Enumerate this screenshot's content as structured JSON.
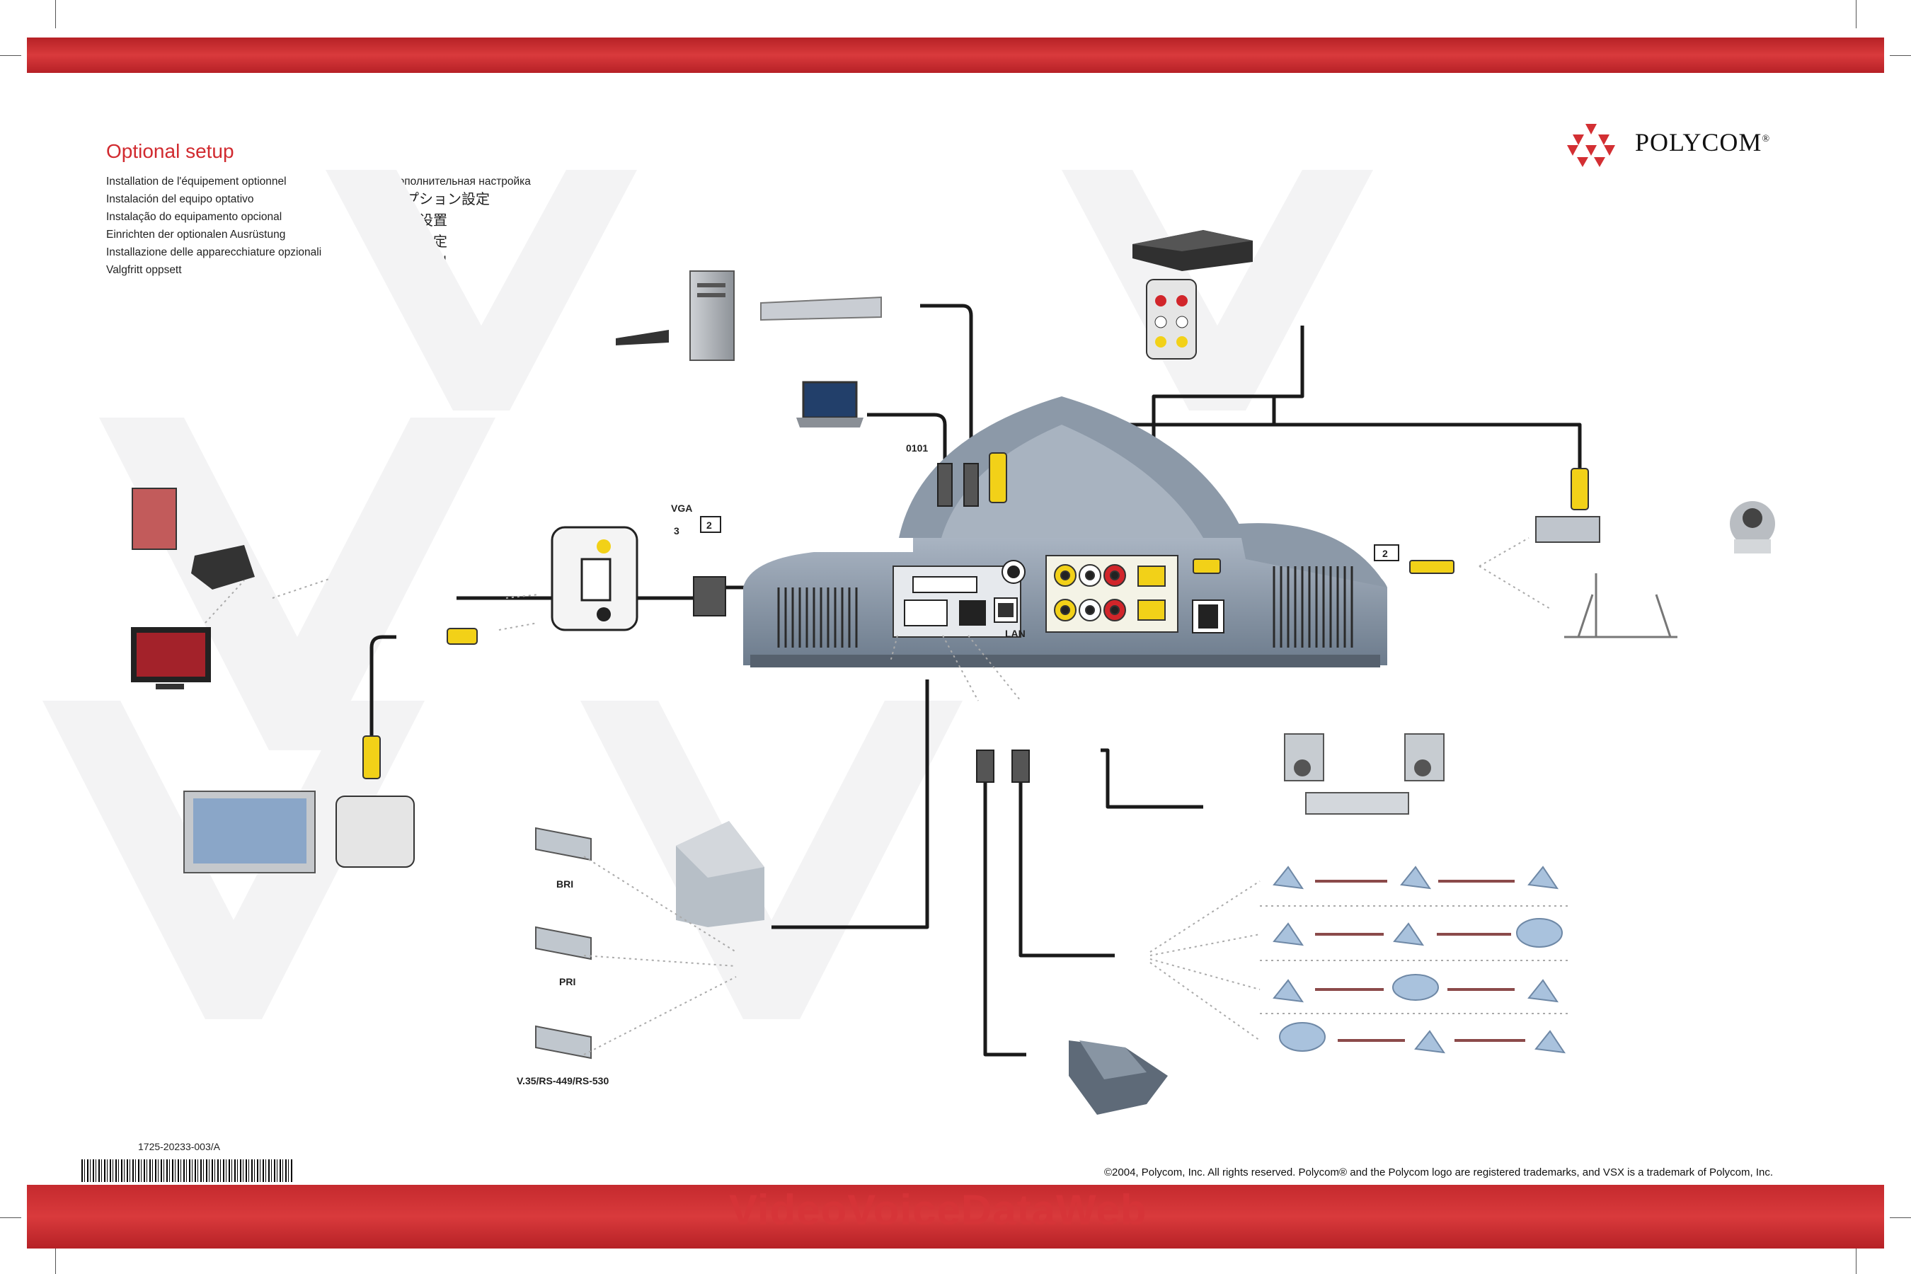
{
  "header": {
    "title": "Optional setup",
    "translations_left": [
      "Installation de l'équipement optionnel",
      "Instalación del equipo optativo",
      "Instalação do equipamento opcional",
      "Einrichten der optionalen Ausrüstung",
      "Installazione delle apparecchiature opzionali",
      "Valgfritt oppsett"
    ],
    "translations_right": [
      "Дополнительная настройка",
      "オプション設定",
      "选择设置",
      "選擇設定",
      "선택 설정"
    ]
  },
  "logo": {
    "text": "POLYCOM",
    "mark": "®"
  },
  "diagram_labels": {
    "serial_port": "0101",
    "vga": "VGA",
    "vga_number": "3",
    "camera_number": "2",
    "bri": "BRI",
    "pri": "PRI",
    "v35": "V.35/RS-449/RS-530",
    "lan": "LAN"
  },
  "footer": {
    "part_number": "1725-20233-003/A",
    "copyright": "©2004, Polycom, Inc. All rights reserved. Polycom® and the Polycom logo are registered trademarks, and VSX is a trademark of Polycom, Inc.",
    "tagline": "VideoVoiceDataWeb"
  },
  "colors": {
    "band_red": "#d93a3c",
    "title_red": "#d12a2f",
    "unit_gray": "#7e8c9c",
    "cable_black": "#1a1a1a",
    "connector_yellow": "#f2d118"
  }
}
